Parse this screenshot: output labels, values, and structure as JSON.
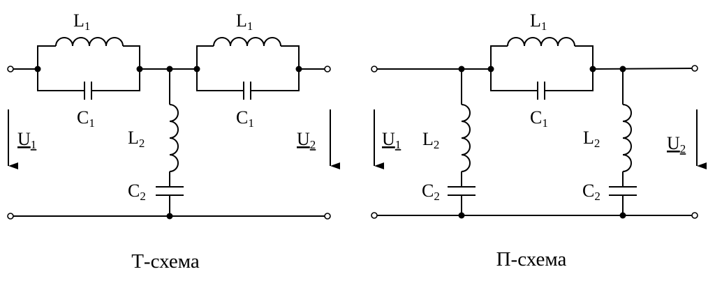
{
  "t_circuit": {
    "caption": "Т-схема",
    "l1_left": {
      "base": "L",
      "sub": "1"
    },
    "c1_left": {
      "base": "C",
      "sub": "1"
    },
    "l1_right": {
      "base": "L",
      "sub": "1"
    },
    "c1_right": {
      "base": "C",
      "sub": "1"
    },
    "l2": {
      "base": "L",
      "sub": "2"
    },
    "c2": {
      "base": "C",
      "sub": "2"
    },
    "u1": {
      "base": "U",
      "sub": "1"
    },
    "u2": {
      "base": "U",
      "sub": "2"
    }
  },
  "pi_circuit": {
    "caption": "П-схема",
    "l1": {
      "base": "L",
      "sub": "1"
    },
    "c1": {
      "base": "C",
      "sub": "1"
    },
    "l2_left": {
      "base": "L",
      "sub": "2"
    },
    "c2_left": {
      "base": "C",
      "sub": "2"
    },
    "l2_right": {
      "base": "L",
      "sub": "2"
    },
    "c2_right": {
      "base": "C",
      "sub": "2"
    },
    "u1": {
      "base": "U",
      "sub": "1"
    },
    "u2": {
      "base": "U",
      "sub": "2"
    }
  }
}
